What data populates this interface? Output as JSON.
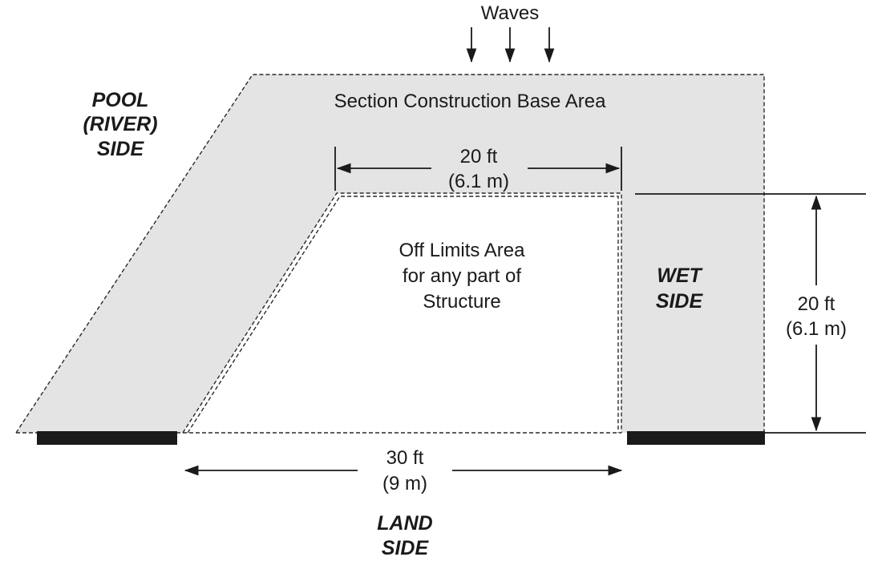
{
  "waves": {
    "label": "Waves"
  },
  "base_area": {
    "label": "Section Construction Base Area"
  },
  "pool_side": {
    "lines": [
      "POOL",
      "(RIVER)",
      "SIDE"
    ]
  },
  "top_dimension": {
    "value": "20 ft",
    "metric": "(6.1 m)"
  },
  "off_limits": {
    "lines": [
      "Off Limits Area",
      "for any part of",
      "Structure"
    ]
  },
  "wet_side": {
    "lines": [
      "WET",
      "SIDE"
    ]
  },
  "right_dimension": {
    "value": "20 ft",
    "metric": "(6.1 m)"
  },
  "bottom_dimension": {
    "value": "30 ft",
    "metric": "(9 m)"
  },
  "land_side": {
    "lines": [
      "LAND",
      "SIDE"
    ]
  },
  "colors": {
    "shaded_area": "#e4e4e4",
    "ink": "#1a1a1a"
  }
}
